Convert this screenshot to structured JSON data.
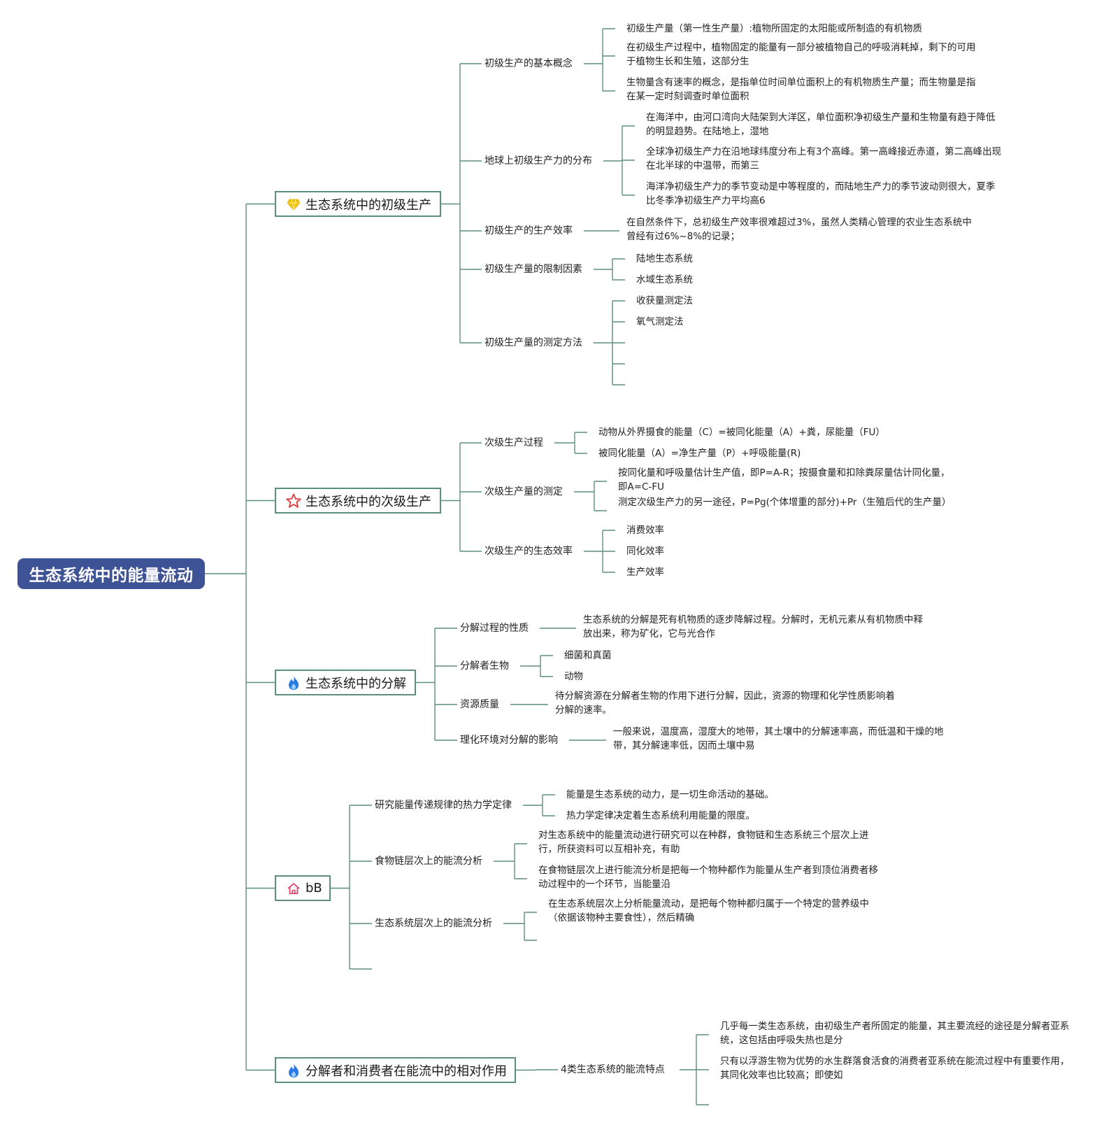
{
  "root": {
    "label": "生态系统中的能量流动"
  },
  "branches": [
    {
      "label": "生态系统中的初级生产",
      "icon": "gem-icon",
      "color": "#f2c200",
      "children": [
        {
          "label": "初级生产的基本概念",
          "leaves": [
            "初级生产量（第一性生产量）:植物所固定的太阳能或所制造的有机物质",
            "在初级生产过程中，植物固定的能量有一部分被植物自己的呼吸消耗掉，剩下的可用于植物生长和生殖，这部分生",
            "生物量含有速率的概念，是指单位时间单位面积上的有机物质生产量；而生物量是指在某一定时刻调查时单位面积"
          ]
        },
        {
          "label": "地球上初级生产力的分布",
          "leaves": [
            "在海洋中，由河口湾向大陆架到大洋区，单位面积净初级生产量和生物量有趋于降低的明显趋势。在陆地上，湿地",
            "全球净初级生产力在沿地球纬度分布上有3个高峰。第一高峰接近赤道，第二高峰出现在北半球的中温带，而第三",
            "海洋净初级生产力的季节变动是中等程度的，而陆地生产力的季节波动则很大，夏季比冬季净初级生产力平均高6"
          ]
        },
        {
          "label": "初级生产的生产效率",
          "leaves": [
            "在自然条件下，总初级生产效率很难超过3%，虽然人类精心管理的农业生态系统中曾经有过6%~8%的记录；"
          ]
        },
        {
          "label": "初级生产量的限制因素",
          "leaves": [
            "陆地生态系统",
            "水域生态系统"
          ]
        },
        {
          "label": "初级生产量的测定方法",
          "leaves": [
            "收获量测定法",
            "氧气测定法",
            "",
            "",
            ""
          ]
        }
      ]
    },
    {
      "label": "生态系统中的次级生产",
      "icon": "star-icon",
      "color": "#e03a3a",
      "children": [
        {
          "label": "次级生产过程",
          "leaves": [
            "动物从外界摄食的能量（C）=被同化能量（A）+粪，尿能量（FU）",
            "被同化能量（A）=净生产量（P）+呼吸能量(R)"
          ]
        },
        {
          "label": "次级生产量的测定",
          "leaves": [
            "按同化量和呼吸量估计生产值，即P=A-R；按摄食量和扣除粪尿量估计同化量，即A=C-FU",
            "测定次级生产力的另一途径，P=Pg(个体增重的部分)+Pr（生殖后代的生产量）"
          ]
        },
        {
          "label": "次级生产的生态效率",
          "leaves": [
            "消费效率",
            "同化效率",
            "生产效率"
          ]
        }
      ]
    },
    {
      "label": "生态系统中的分解",
      "icon": "fire-icon",
      "color": "#2a7be4",
      "children": [
        {
          "label": "分解过程的性质",
          "leaves": [
            "生态系统的分解是死有机物质的逐步降解过程。分解时，无机元素从有机物质中释放出来，称为矿化，它与光合作"
          ]
        },
        {
          "label": "分解者生物",
          "leaves": [
            "细菌和真菌",
            "动物"
          ]
        },
        {
          "label": "资源质量",
          "leaves": [
            "待分解资源在分解者生物的作用下进行分解，因此，资源的物理和化学性质影响着分解的速率。"
          ]
        },
        {
          "label": "理化环境对分解的影响",
          "leaves": [
            "一般来说，温度高，湿度大的地带，其土壤中的分解速率高，而低温和干燥的地带，其分解速率低，因而土壤中易"
          ]
        }
      ]
    },
    {
      "label": "bB",
      "icon": "home-icon",
      "color": "#e0466a",
      "children": [
        {
          "label": "研究能量传递规律的热力学定律",
          "leaves": [
            "能量是生态系统的动力，是一切生命活动的基础。",
            "热力学定律决定着生态系统利用能量的限度。"
          ]
        },
        {
          "label": "食物链层次上的能流分析",
          "leaves": [
            "对生态系统中的能量流动进行研究可以在种群，食物链和生态系统三个层次上进行，所获资料可以互相补充，有助",
            "在食物链层次上进行能流分析是把每一个物种都作为能量从生产者到顶位消费者移动过程中的一个环节，当能量沿"
          ]
        },
        {
          "label": "生态系统层次上的能流分析",
          "leaves": [
            "在生态系统层次上分析能量流动，是把每个物种都归属于一个特定的营养级中（依据该物种主要食性），然后精确",
            ""
          ]
        },
        {
          "label": "",
          "leaves": []
        }
      ]
    },
    {
      "label": "分解者和消费者在能流中的相对作用",
      "icon": "fire-icon",
      "color": "#2a7be4",
      "children": [
        {
          "label": "4类生态系统的能流特点",
          "leaves": [
            "几乎每一类生态系统，由初级生产者所固定的能量，其主要流经的途径是分解者亚系统，这包括由呼吸失热也是分",
            "只有以浮游生物为优势的水生群落食活食的消费者亚系统在能流过程中有重要作用，其同化效率也比较高；即使如",
            ""
          ]
        }
      ]
    }
  ]
}
